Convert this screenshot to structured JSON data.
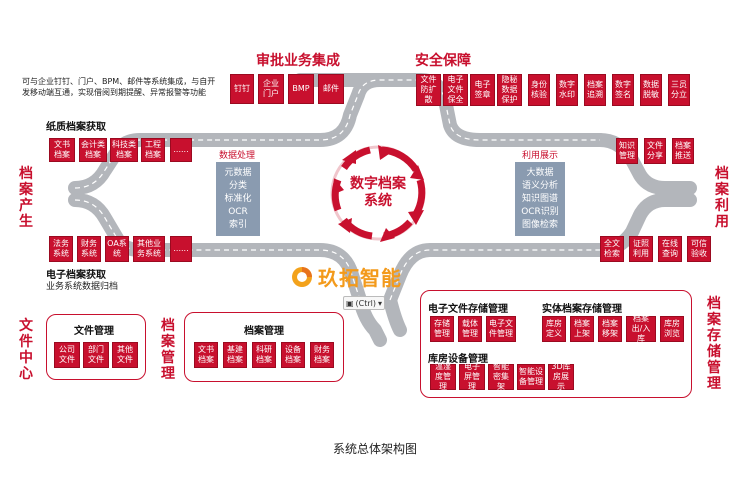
{
  "titles": {
    "approval": "审批业务集成",
    "security": "安全保障",
    "generate": "档案产生",
    "use": "档案利用",
    "file_center": "文件中心",
    "archive_mgmt": "档案管理",
    "archive_storage": "档案存储管理",
    "data_process": "数据处理",
    "use_show": "利用展示",
    "center_line1": "数字档案",
    "center_line2": "系统",
    "brand": "玖拓智能",
    "caption": "系统总体架构图",
    "ctrl": "(Ctrl)"
  },
  "approval_desc": {
    "line1": "可与企业钉钉、门户、BPM、邮件等系统集成，与自开",
    "line2": "发移动端互通，实现借阅到期提醒、异常报警等功能"
  },
  "approval_items": [
    "钉钉",
    "企业门户",
    "BMP",
    "邮件"
  ],
  "security_items": [
    "文件防扩散",
    "电子文件保全",
    "电子签章",
    "隐秘数据保护",
    "身份核验",
    "数字水印",
    "档案追溯",
    "数字签名",
    "数据脱敏",
    "三员分立"
  ],
  "paper": {
    "title": "纸质档案获取",
    "items": [
      "文书档案",
      "会计类档案",
      "科技类档案",
      "工程档案",
      "......"
    ]
  },
  "electronic": {
    "items": [
      "法务系统",
      "财务系统",
      "OA系统",
      "其他业务系统",
      "......"
    ],
    "title": "电子档案获取",
    "sub": "业务系统数据归档"
  },
  "data_process_items": [
    "元数据",
    "分类",
    "标准化",
    "OCR",
    "索引"
  ],
  "use_show_items": [
    "大数据",
    "语义分析",
    "知识图谱",
    "OCR识别",
    "图像检索"
  ],
  "use_top_items": [
    "知识管理",
    "文件分享",
    "档案推送"
  ],
  "use_bottom_items": [
    "全文检索",
    "证照利用",
    "在线查询",
    "可信验收"
  ],
  "file_mgmt": {
    "title": "文件管理",
    "items": [
      "公司文件",
      "部门文件",
      "其他文件"
    ]
  },
  "archive_mgmt_panel": {
    "title": "档案管理",
    "items": [
      "文书档案",
      "基建档案",
      "科研档案",
      "设备档案",
      "财务档案"
    ]
  },
  "e_storage": {
    "title": "电子文件存储管理",
    "items": [
      "存储管理",
      "载体管理",
      "电子文件管理"
    ]
  },
  "physical_storage": {
    "title": "实体档案存储管理",
    "items": [
      "库房定义",
      "档案上架",
      "档案移架",
      "档案出/入库",
      "库房浏览"
    ]
  },
  "equipment": {
    "title": "库房设备管理",
    "items": [
      "温湿度管理",
      "电子屏管理",
      "智能密集架",
      "智能设备管理",
      "3D库房展示"
    ]
  },
  "colors": {
    "accent": "#c8102e",
    "road": "#b3b6bb",
    "panel_gray": "#8a9bb0"
  }
}
